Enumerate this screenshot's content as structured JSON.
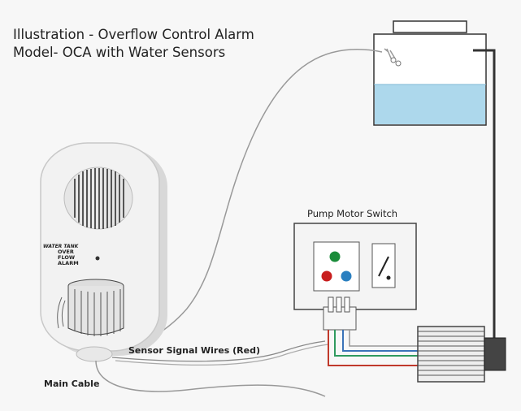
{
  "title_line1": "Illustration - Overflow Control Alarm",
  "title_line2": "Model- OCA with Water Sensors",
  "pump_switch_label": "Pump Motor Switch",
  "sensor_wires_label": "Sensor Signal Wires (Red)",
  "main_cable_label": "Main Cable",
  "alarm_device": {
    "brand": "WATER TANK",
    "line1": "OVER",
    "line2": "FLOW",
    "line3": "ALARM"
  },
  "colors": {
    "water": "#add8ec",
    "wire_red": "#c0392b",
    "wire_green": "#2f9a5e",
    "wire_blue": "#3a73b8",
    "button_green": "#1a8c3a",
    "button_red": "#c81e1e",
    "button_blue": "#2a7fc0"
  }
}
